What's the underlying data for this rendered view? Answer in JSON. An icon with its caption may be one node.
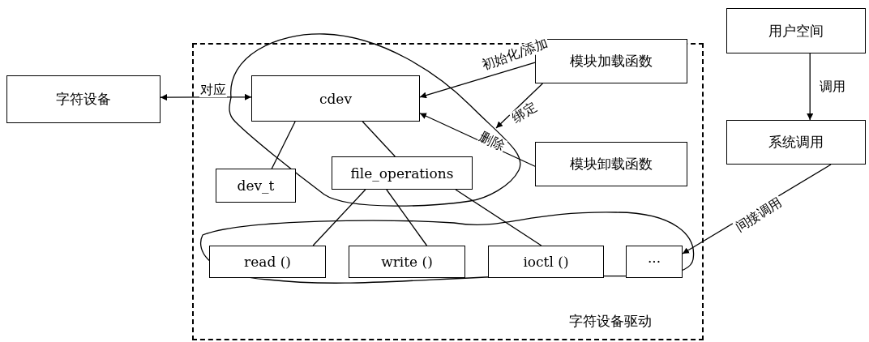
{
  "diagram": {
    "nodes": [
      {
        "text": [
          "字符设备驱动"
        ]
      },
      {
        "text": [
          "字符设备"
        ]
      },
      {
        "text": [
          "cdev"
        ],
        "in": 0
      },
      {
        "text": [
          "dev_t"
        ],
        "in": 0
      },
      {
        "text": [
          "file_operations"
        ],
        "in": 0
      },
      {
        "text": [
          "read ()"
        ],
        "in": 0
      },
      {
        "text": [
          "write ()"
        ],
        "in": 0
      },
      {
        "text": [
          "ioctl ()"
        ],
        "in": 0
      },
      {
        "text": [
          "···"
        ],
        "in": 0
      },
      {
        "text": [
          "模块加载函数"
        ],
        "in": 0
      },
      {
        "text": [
          "模块卸载函数"
        ],
        "in": 0
      },
      {
        "text": [
          "用户空间"
        ]
      },
      {
        "text": [
          "系统调用"
        ]
      }
    ],
    "edges": [
      {
        "from": 1,
        "to": 2,
        "arrow": "both",
        "label": "对应"
      },
      {
        "from": 2,
        "to": 3,
        "arrow": "none"
      },
      {
        "from": 2,
        "to": 4,
        "arrow": "none"
      },
      {
        "from": 4,
        "to": 5,
        "arrow": "none"
      },
      {
        "from": 4,
        "to": 6,
        "arrow": "none"
      },
      {
        "from": 4,
        "to": 7,
        "arrow": "none"
      },
      {
        "from": 9,
        "to": 2,
        "arrow": "to",
        "label": "初始化/添加"
      },
      {
        "from": 9,
        "to": null,
        "arrow": "to",
        "label": "绑定"
      },
      {
        "from": 10,
        "to": 2,
        "arrow": "to",
        "label": "删除"
      },
      {
        "from": 12,
        "to": 8,
        "arrow": "to",
        "label": "间接调用"
      },
      {
        "from": 11,
        "to": 12,
        "arrow": "to",
        "label": "调用"
      }
    ]
  }
}
